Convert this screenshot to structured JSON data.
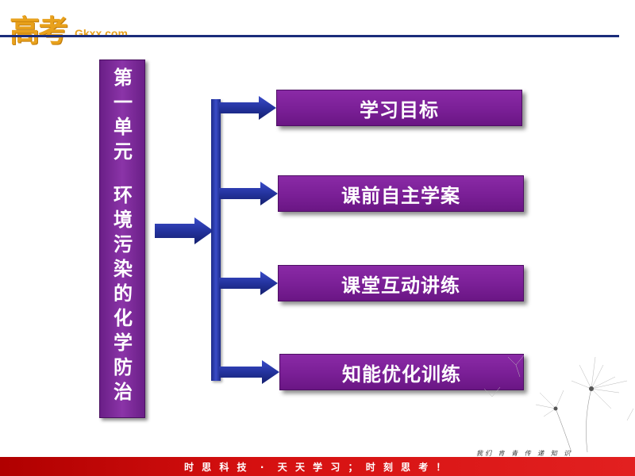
{
  "header": {
    "logo_main": "高考",
    "logo_sub": "Gkxx.com"
  },
  "unit_title": "第一单元 环境污染的化学防治",
  "unit_title_chars": [
    "第",
    "一",
    "单",
    "元",
    "",
    "环",
    "境",
    "污",
    "染",
    "的",
    "化",
    "学",
    "防",
    "治"
  ],
  "items": [
    {
      "label": "学习目标"
    },
    {
      "label": "课前自主学案"
    },
    {
      "label": "课堂互动讲练"
    },
    {
      "label": "知能优化训练"
    }
  ],
  "footer": {
    "text": "时 思 科 技  ·  天 天 学 习 ； 时 刻 思 考 ！"
  },
  "motto": "我们 肯 青 传 递 知 识",
  "colors": {
    "box_purple": "#7a1f96",
    "arrow_navy": "#1c2a8a",
    "header_line": "#1a2c7a",
    "footer_red": "#d51010",
    "logo_orange": "#e8a11c"
  }
}
